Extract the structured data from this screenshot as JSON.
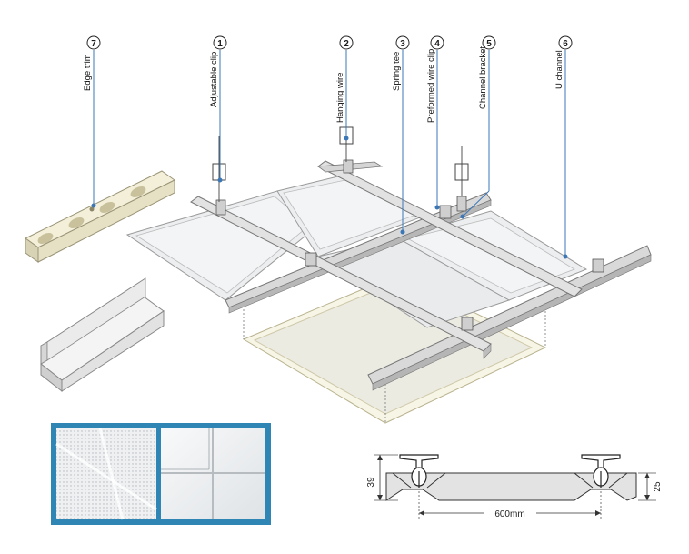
{
  "callouts": [
    {
      "num": "1",
      "label": "Adjustable clip"
    },
    {
      "num": "2",
      "label": "Hanging wire"
    },
    {
      "num": "3",
      "label": "Spring tee"
    },
    {
      "num": "4",
      "label": "Preformed wire clip"
    },
    {
      "num": "5",
      "label": "Channel bracket"
    },
    {
      "num": "6",
      "label": "U channel"
    },
    {
      "num": "7",
      "label": "Edge trim"
    }
  ],
  "dimensions": {
    "span": "600mm",
    "height_total": "39",
    "height_panel": "25"
  },
  "colors": {
    "frame_blue": "#2f86b5",
    "panel_face": "#eef0f1",
    "rail": "#dcdcdc",
    "trim_cream": "#f1ecd2"
  }
}
